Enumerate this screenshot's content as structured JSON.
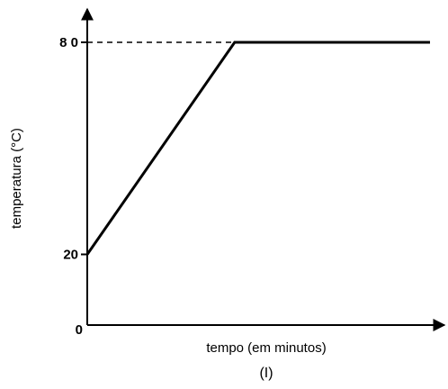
{
  "chart_data": {
    "type": "line",
    "title": "",
    "xlabel": "tempo (em minutos)",
    "ylabel": "temperatura (°C)",
    "caption": "(I)",
    "y_ticks": [
      {
        "value": 0,
        "label": "0"
      },
      {
        "value": 20,
        "label": "20"
      },
      {
        "value": 80,
        "label": "8 0"
      }
    ],
    "ylim": [
      0,
      90
    ],
    "xlim": [
      0,
      10
    ],
    "series": [
      {
        "points": [
          [
            0,
            20
          ],
          [
            4.3,
            80
          ],
          [
            10,
            80
          ]
        ],
        "color": "#000000"
      }
    ],
    "reference_lines": [
      {
        "y": 80,
        "style": "dashed"
      }
    ],
    "grid": false
  }
}
